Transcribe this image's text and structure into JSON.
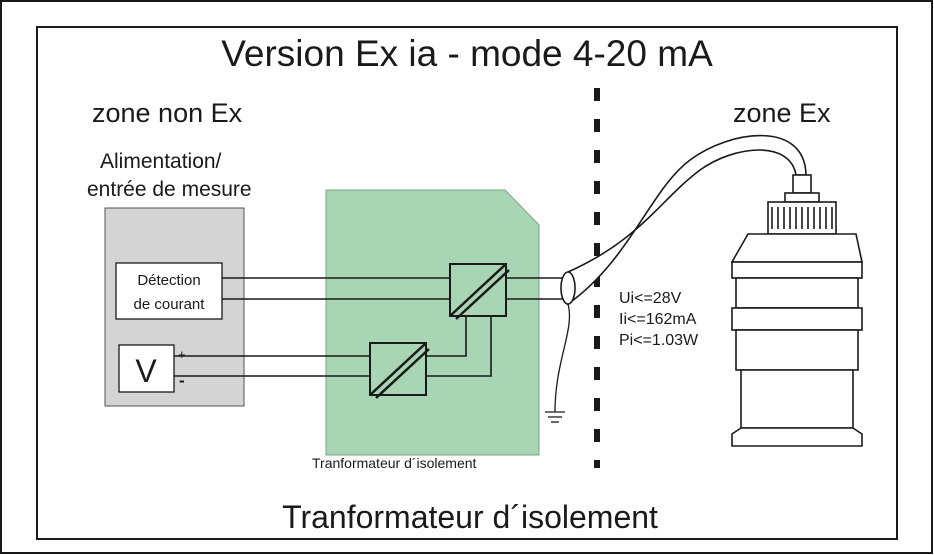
{
  "diagram": {
    "title": "Version Ex ia - mode 4-20 mA",
    "zone_left_label": "zone non Ex",
    "zone_right_label": "zone Ex",
    "supply_label_line1": "Alimentation/",
    "supply_label_line2": "entrée de mesure",
    "detection_line1": "Détection",
    "detection_line2": "de courant",
    "voltmeter_symbol": "V",
    "plus_sign": "+",
    "minus_sign": "-",
    "isolator_caption": "Tranformateur d´isolement",
    "ui_label": "Ui<=28V",
    "ii_label": "Ii<=162mA",
    "pi_label": "Pi<=1.03W",
    "footer_title": "Tranformateur d´isolement",
    "colors": {
      "isolator_fill": "#a8d5b3",
      "supply_fill": "#d3d4d3",
      "line": "#1a1a1a",
      "background": "#ffffff"
    },
    "icons": [
      "transformer-icon",
      "ground-icon",
      "voltmeter-icon",
      "ultrasonic-sensor-icon"
    ]
  }
}
